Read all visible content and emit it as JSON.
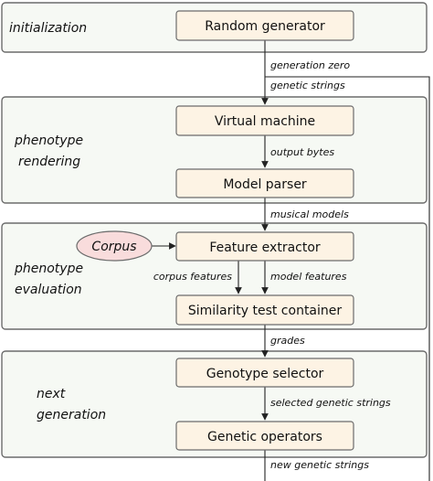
{
  "stages": {
    "initialization": {
      "label_lines": [
        "initialization"
      ]
    },
    "rendering": {
      "label_lines": [
        "phenotype",
        "rendering"
      ]
    },
    "evaluation": {
      "label_lines": [
        "phenotype",
        "evaluation"
      ]
    },
    "next_generation": {
      "label_lines": [
        "next",
        "generation"
      ]
    }
  },
  "boxes": {
    "random_generator": "Random generator",
    "virtual_machine": "Virtual machine",
    "model_parser": "Model parser",
    "feature_extractor": "Feature extractor",
    "similarity_test": "Similarity test container",
    "genotype_selector": "Genotype selector",
    "genetic_operators": "Genetic operators"
  },
  "corpus": {
    "label": "Corpus",
    "fill": "#f9dcdc"
  },
  "edges": {
    "generation_zero": "generation zero",
    "genetic_strings": "genetic strings",
    "output_bytes": "output bytes",
    "musical_models": "musical models",
    "corpus_features": "corpus features",
    "model_features": "model features",
    "grades": "grades",
    "selected_genetic_strings": "selected genetic strings",
    "new_genetic_strings": "new genetic strings"
  }
}
